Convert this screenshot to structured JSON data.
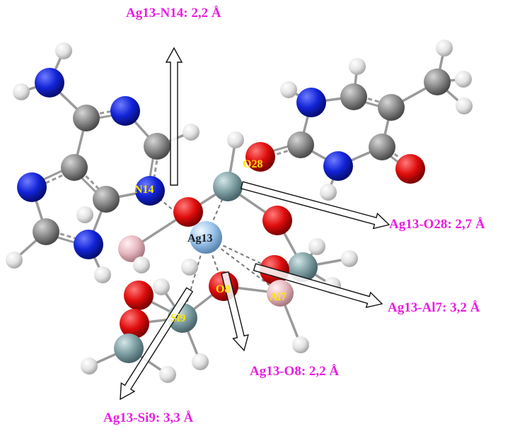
{
  "colors": {
    "label": "#e81ee0",
    "atom_label": "#ffe600",
    "atom_label_ag": "#1a1a1a",
    "nitrogen": "#1224d8",
    "carbon": "#8a8a8a",
    "hydrogen": "#e6e6e6",
    "oxygen": "#e00d0d",
    "silicon": "#7fa0a4",
    "aluminium": "#e8b8c0",
    "silver": "#9cc6ee",
    "bond": "#9a9a9a"
  },
  "distance_labels": [
    {
      "id": "n14",
      "text": "Ag13-N14: 2,2 Å"
    },
    {
      "id": "o28",
      "text": "Ag13-O28: 2,7 Å"
    },
    {
      "id": "al7",
      "text": "Ag13-Al7: 3,2 Å"
    },
    {
      "id": "o8",
      "text": "Ag13-O8: 2,2 Å"
    },
    {
      "id": "si9",
      "text": "Ag13-Si9: 3,3 Å"
    }
  ],
  "atom_labels": {
    "n14": "N14",
    "o28": "O28",
    "ag13": "Ag13",
    "o8": "O8",
    "al7": "Al7",
    "si9": "Si9"
  }
}
